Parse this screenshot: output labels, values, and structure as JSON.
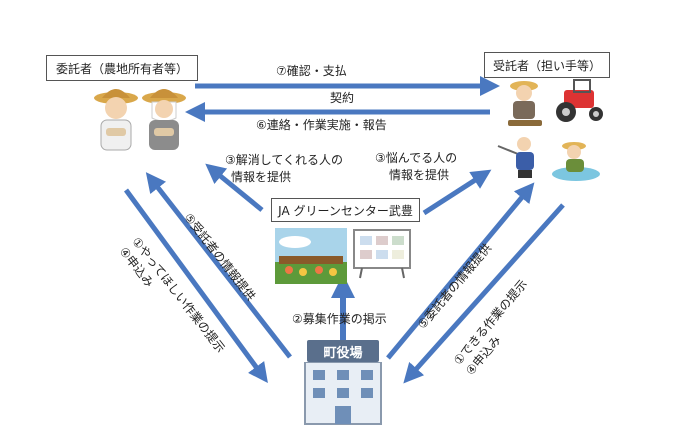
{
  "nodes": {
    "consignor": "委託者（農地所有者等）",
    "consignee": "受託者（担い手等）",
    "ja": "JA グリーンセンター武豊",
    "town": "町役場"
  },
  "flows": {
    "confirm_pay": "⑦確認・支払",
    "contract": "契約",
    "contact_report": "⑥連絡・作業実施・報告",
    "resolve_line1": "③解消してくれる人の",
    "resolve_line2": "情報を提供",
    "worry_line1": "③悩んでる人の",
    "worry_line2": "情報を提供",
    "left_up": "⑤受託者の情報提供",
    "left_down_1": "①やってほしい作業の提示",
    "left_down_2": "④申込み",
    "recruit": "②募集作業の掲示",
    "right_up": "⑤委託者の情報提供",
    "right_down_1": "①できる作業の提示",
    "right_down_2": "④申込み"
  },
  "colors": {
    "arrow": "#4a78c0",
    "arrow_dark": "#2f5a9e",
    "building": "#e8eef5",
    "ja_sky": "#a9d4ea",
    "field": "#5d9a3a"
  },
  "icons": [
    "farmer-man-icon",
    "farmer-woman-icon",
    "farmer-worker-icon",
    "tractor-icon",
    "sprayer-farmer-icon",
    "planting-farmer-icon",
    "ja-poster-board-icon",
    "town-hall-building-icon"
  ]
}
